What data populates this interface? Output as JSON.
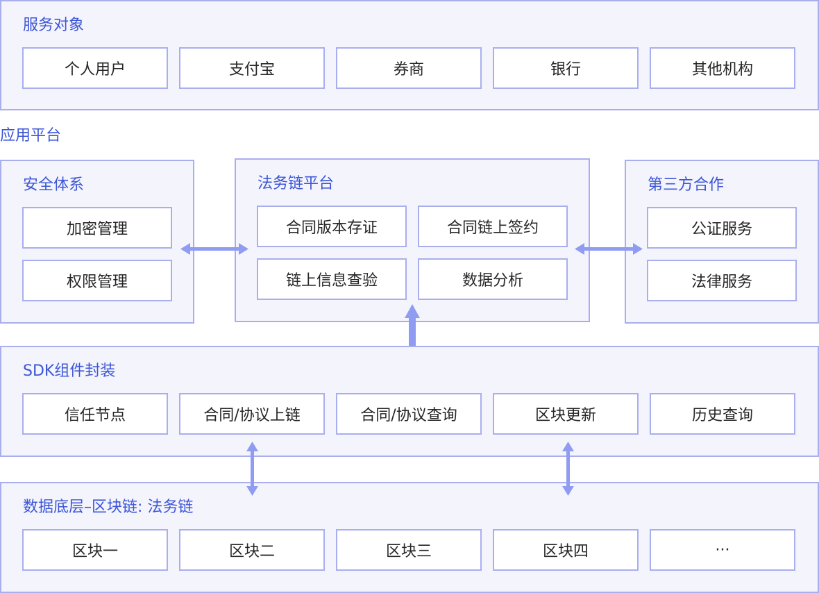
{
  "colors": {
    "accent": "#3c56d6",
    "border": "#a9aeee",
    "panel": "#f4f4fd",
    "arrow": "#8f9cf1",
    "text": "#262626"
  },
  "service_targets": {
    "title": "服务对象",
    "items": [
      "个人用户",
      "支付宝",
      "券商",
      "银行",
      "其他机构"
    ]
  },
  "app_platform": {
    "title": "应用平台"
  },
  "security": {
    "title": "安全体系",
    "items": [
      "加密管理",
      "权限管理"
    ]
  },
  "legal_chain": {
    "title": "法务链平台",
    "items": [
      "合同版本存证",
      "合同链上签约",
      "链上信息查验",
      "数据分析"
    ]
  },
  "third_party": {
    "title": "第三方合作",
    "items": [
      "公证服务",
      "法律服务"
    ]
  },
  "sdk": {
    "title": "SDK组件封装",
    "items": [
      "信任节点",
      "合同/协议上链",
      "合同/协议查询",
      "区块更新",
      "历史查询"
    ]
  },
  "data_layer": {
    "title": "数据底层–区块链: 法务链",
    "items": [
      "区块一",
      "区块二",
      "区块三",
      "区块四",
      "···"
    ]
  }
}
